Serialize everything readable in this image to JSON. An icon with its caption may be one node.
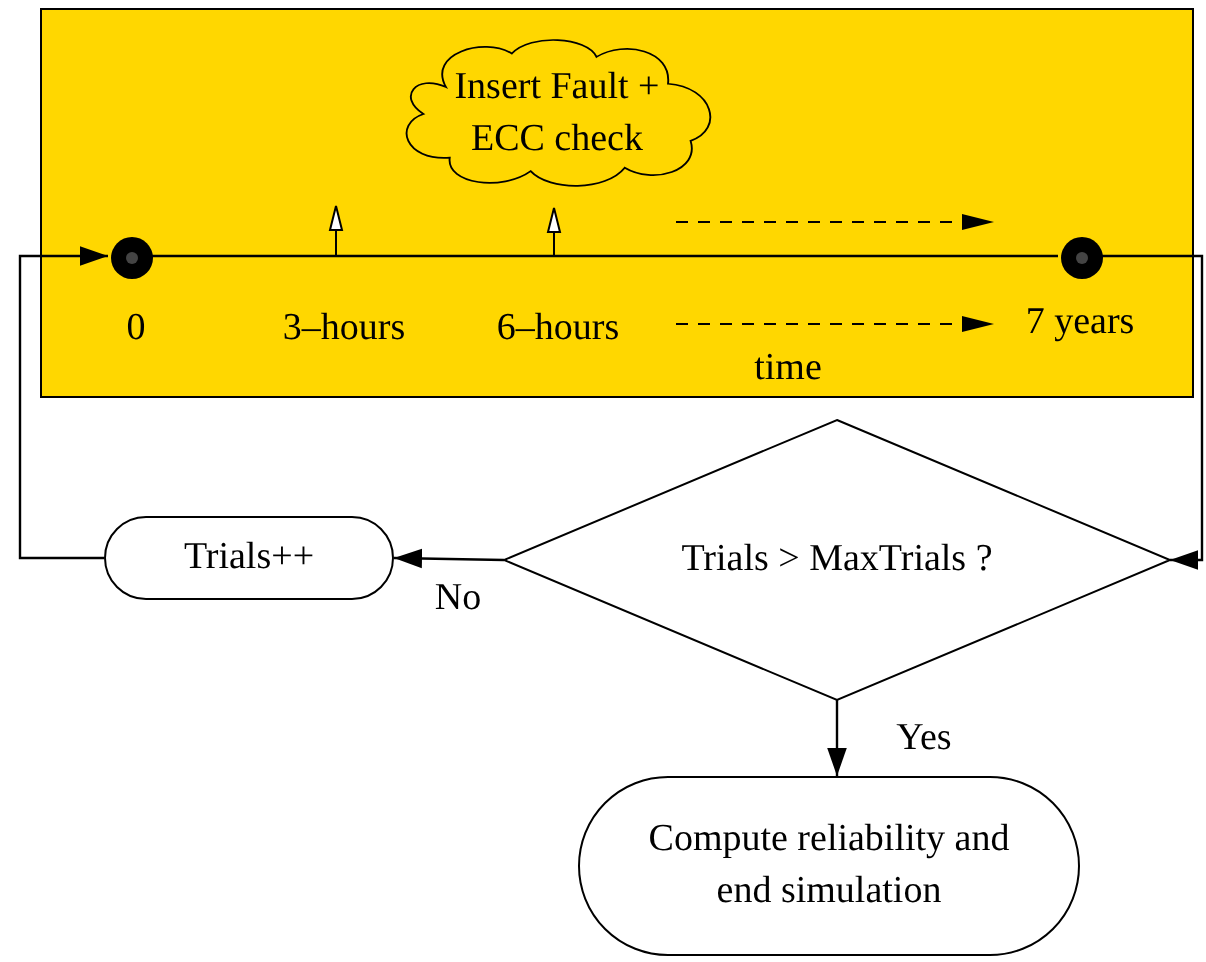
{
  "diagram": {
    "nodes": [
      {
        "text": [],
        "shape": "box"
      },
      {
        "text": [
          "Insert Fault + ECC check"
        ],
        "in": 0
      },
      {
        "text": [],
        "shape": "circle",
        "in": 0
      },
      {
        "text": [],
        "shape": "circle",
        "in": 0
      },
      {
        "text": [
          "Trials++"
        ]
      },
      {
        "text": [
          "Trials > MaxTrials ?"
        ]
      },
      {
        "text": [
          "Compute reliability and end simulation"
        ]
      }
    ],
    "edges": [
      {
        "from": 4,
        "to": 2,
        "arrow": "to"
      },
      {
        "from": 2,
        "to": 3,
        "arrow": "none"
      },
      {
        "from": 3,
        "to": 5,
        "arrow": "to"
      },
      {
        "from": 5,
        "to": 4,
        "arrow": "to",
        "label": "No"
      },
      {
        "from": 5,
        "to": 6,
        "arrow": "to",
        "label": "Yes"
      }
    ],
    "labels": [
      "0",
      "3–hours",
      "6–hours",
      "7 years",
      "time"
    ]
  }
}
